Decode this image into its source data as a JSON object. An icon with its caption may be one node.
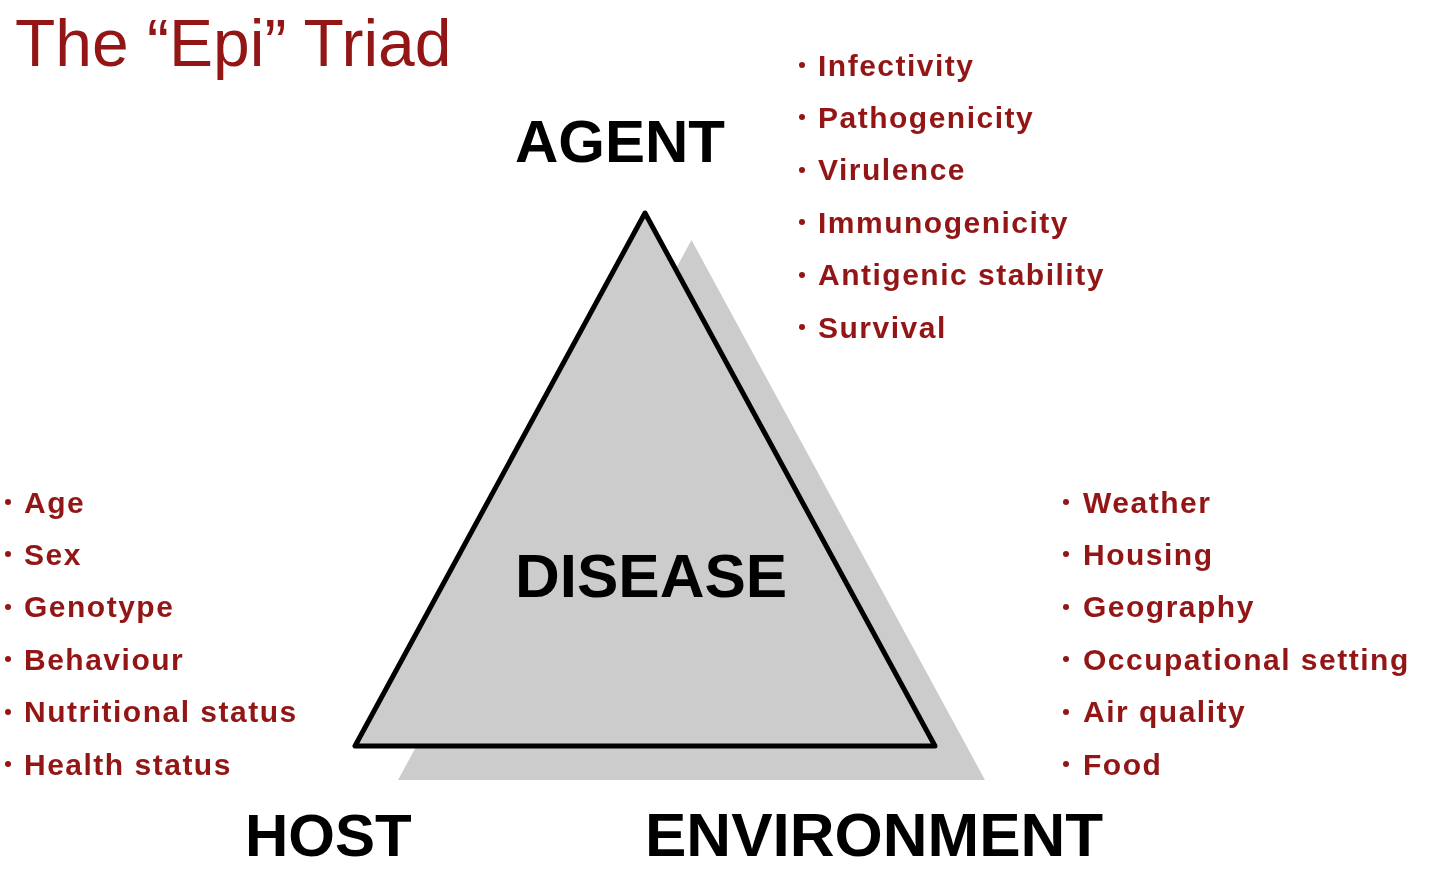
{
  "diagram": {
    "title": "The “Epi” Triad",
    "nodes": [
      {
        "text": [
          "DISEASE"
        ],
        "beside": [
          "AGENT",
          "HOST",
          "ENVIRONMENT"
        ]
      }
    ],
    "labels": [
      "Infectivity",
      "Pathogenicity",
      "Virulence",
      "Immunogenicity",
      "Antigenic stability",
      "Survival",
      "Age",
      "Sex",
      "Genotype",
      "Behaviour",
      "Nutritional status",
      "Health status",
      "Weather",
      "Housing",
      "Geography",
      "Occupational setting",
      "Air quality",
      "Food"
    ]
  }
}
